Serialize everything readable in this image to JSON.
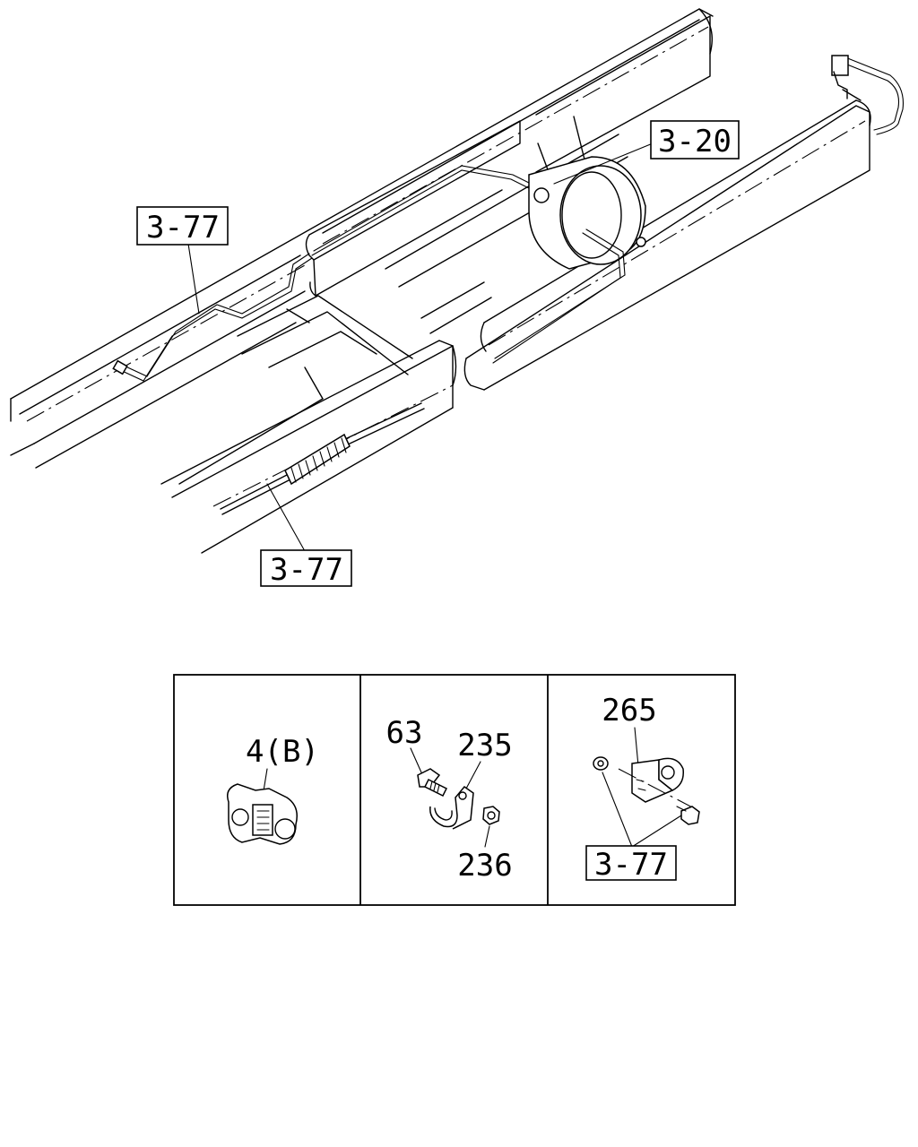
{
  "callouts": {
    "ref_3_20": "3-20",
    "ref_3_77_top": "3-77",
    "ref_3_77_bottom": "3-77",
    "ref_3_77_detail": "3-77"
  },
  "detail_panels": {
    "panel1": {
      "part": "4(B)"
    },
    "panel2": {
      "part_a": "63",
      "part_b": "235",
      "part_c": "236"
    },
    "panel3": {
      "part": "265"
    }
  }
}
